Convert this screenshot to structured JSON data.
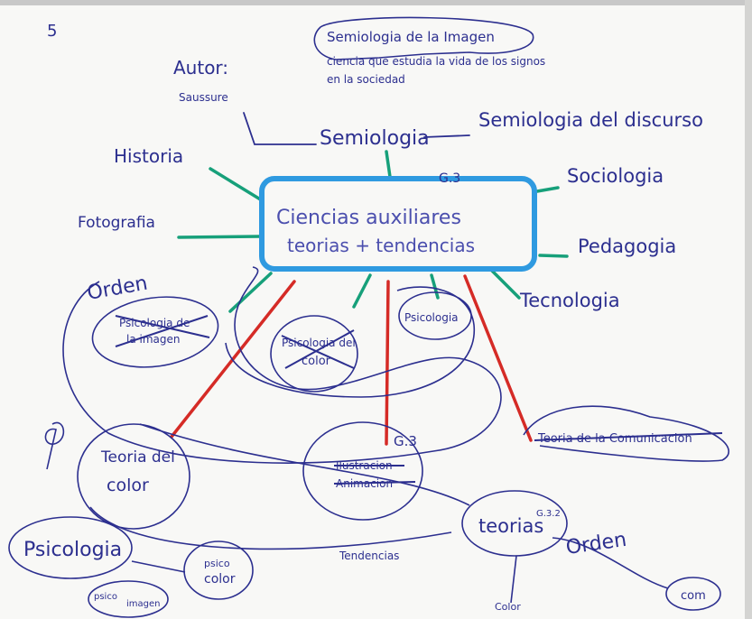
{
  "colors": {
    "paper": "#f8f8f6",
    "ink": "#2c2f8f",
    "ink_light": "#4b4fae",
    "box": "#2f9ae0",
    "green": "#17a07a",
    "red": "#d52b26"
  },
  "page_number": "5",
  "center": {
    "line1": "Ciencias auxiliares",
    "line2": "teorias + tendencias",
    "tag": "G.3"
  },
  "top": {
    "autor_label": "Autor:",
    "autor_name": "Saussure",
    "semiologia": "Semiologia",
    "imagen_title": "Semiologia de la Imagen",
    "imagen_desc1": "ciencia que estudia la vida de los signos",
    "imagen_desc2": "en la sociedad",
    "discurso": "Semiologia del discurso"
  },
  "left": {
    "historia": "Historia",
    "fotografia": "Fotografia"
  },
  "right": {
    "sociologia": "Sociologia",
    "pedagogia": "Pedagogia",
    "tecnologia": "Tecnologia"
  },
  "lower": {
    "orden_1": "Orden",
    "psico_imagen_1": "Psicologia de",
    "psico_imagen_2": "la imagen",
    "psico_color_1": "Psicologia del",
    "psico_color_2": "color",
    "psicologia_small": "Psicologia",
    "teoria_color_1": "Teoria del",
    "teoria_color_2": "color",
    "tag_g3": "G.3",
    "ilustracion_1": "Ilustracion",
    "ilustracion_2": "Animacion",
    "teoria_comm": "Teoria de la Comunicacion",
    "teorias": "teorias",
    "tag_g32": "G.3.2",
    "orden_2": "Orden",
    "tendencias": "Tendencias",
    "psicologia_big": "Psicologia",
    "psico_color_b_1": "psico",
    "psico_color_b_2": "color",
    "psico_imagen_b_1": "psico",
    "psico_imagen_b_2": "imagen",
    "color": "Color",
    "com": "com"
  }
}
